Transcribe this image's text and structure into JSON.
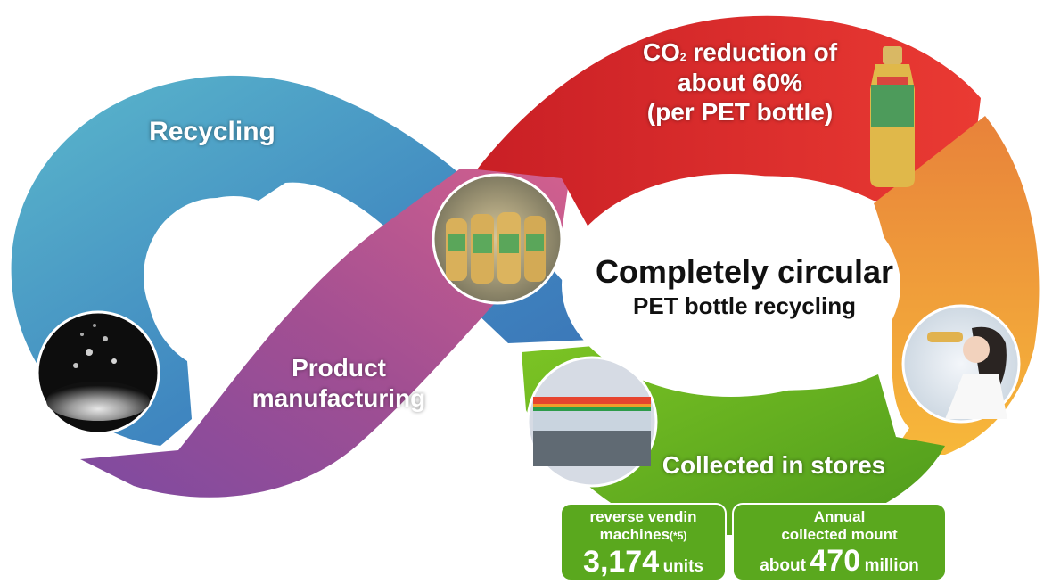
{
  "labels": {
    "recycling": "Recycling",
    "product_line1": "Product",
    "product_line2": "manufacturing",
    "co2_line1_pre": "CO",
    "co2_sub": "2",
    "co2_line1_post": " reduction of",
    "co2_line2": "about 60%",
    "co2_line3": "(per PET bottle)",
    "center_title": "Completely circular",
    "center_subtitle": "PET bottle recycling",
    "collected": "Collected in stores"
  },
  "stats": {
    "machines_line1": "reverse vendin",
    "machines_line2": "machines",
    "machines_note": "(*5)",
    "machines_value": "3,174",
    "machines_unit": "units",
    "annual_line1": "Annual",
    "annual_line2": "collected mount",
    "annual_prefix": "about",
    "annual_value": "470",
    "annual_unit": "million"
  },
  "icons": {
    "pellets": "recycled-pellets-photo",
    "bottles": "green-tea-bottles-photo",
    "single_bottle": "green-tea-bottle-photo",
    "drinker": "woman-drinking-photo",
    "store": "convenience-store-photo"
  },
  "colors": {
    "teal": "#4aa3c4",
    "blue": "#3f7fbe",
    "purple": "#9a4c98",
    "magenta": "#c85590",
    "red": "#e0302c",
    "orange": "#f08a2c",
    "green": "#5aa81e"
  }
}
